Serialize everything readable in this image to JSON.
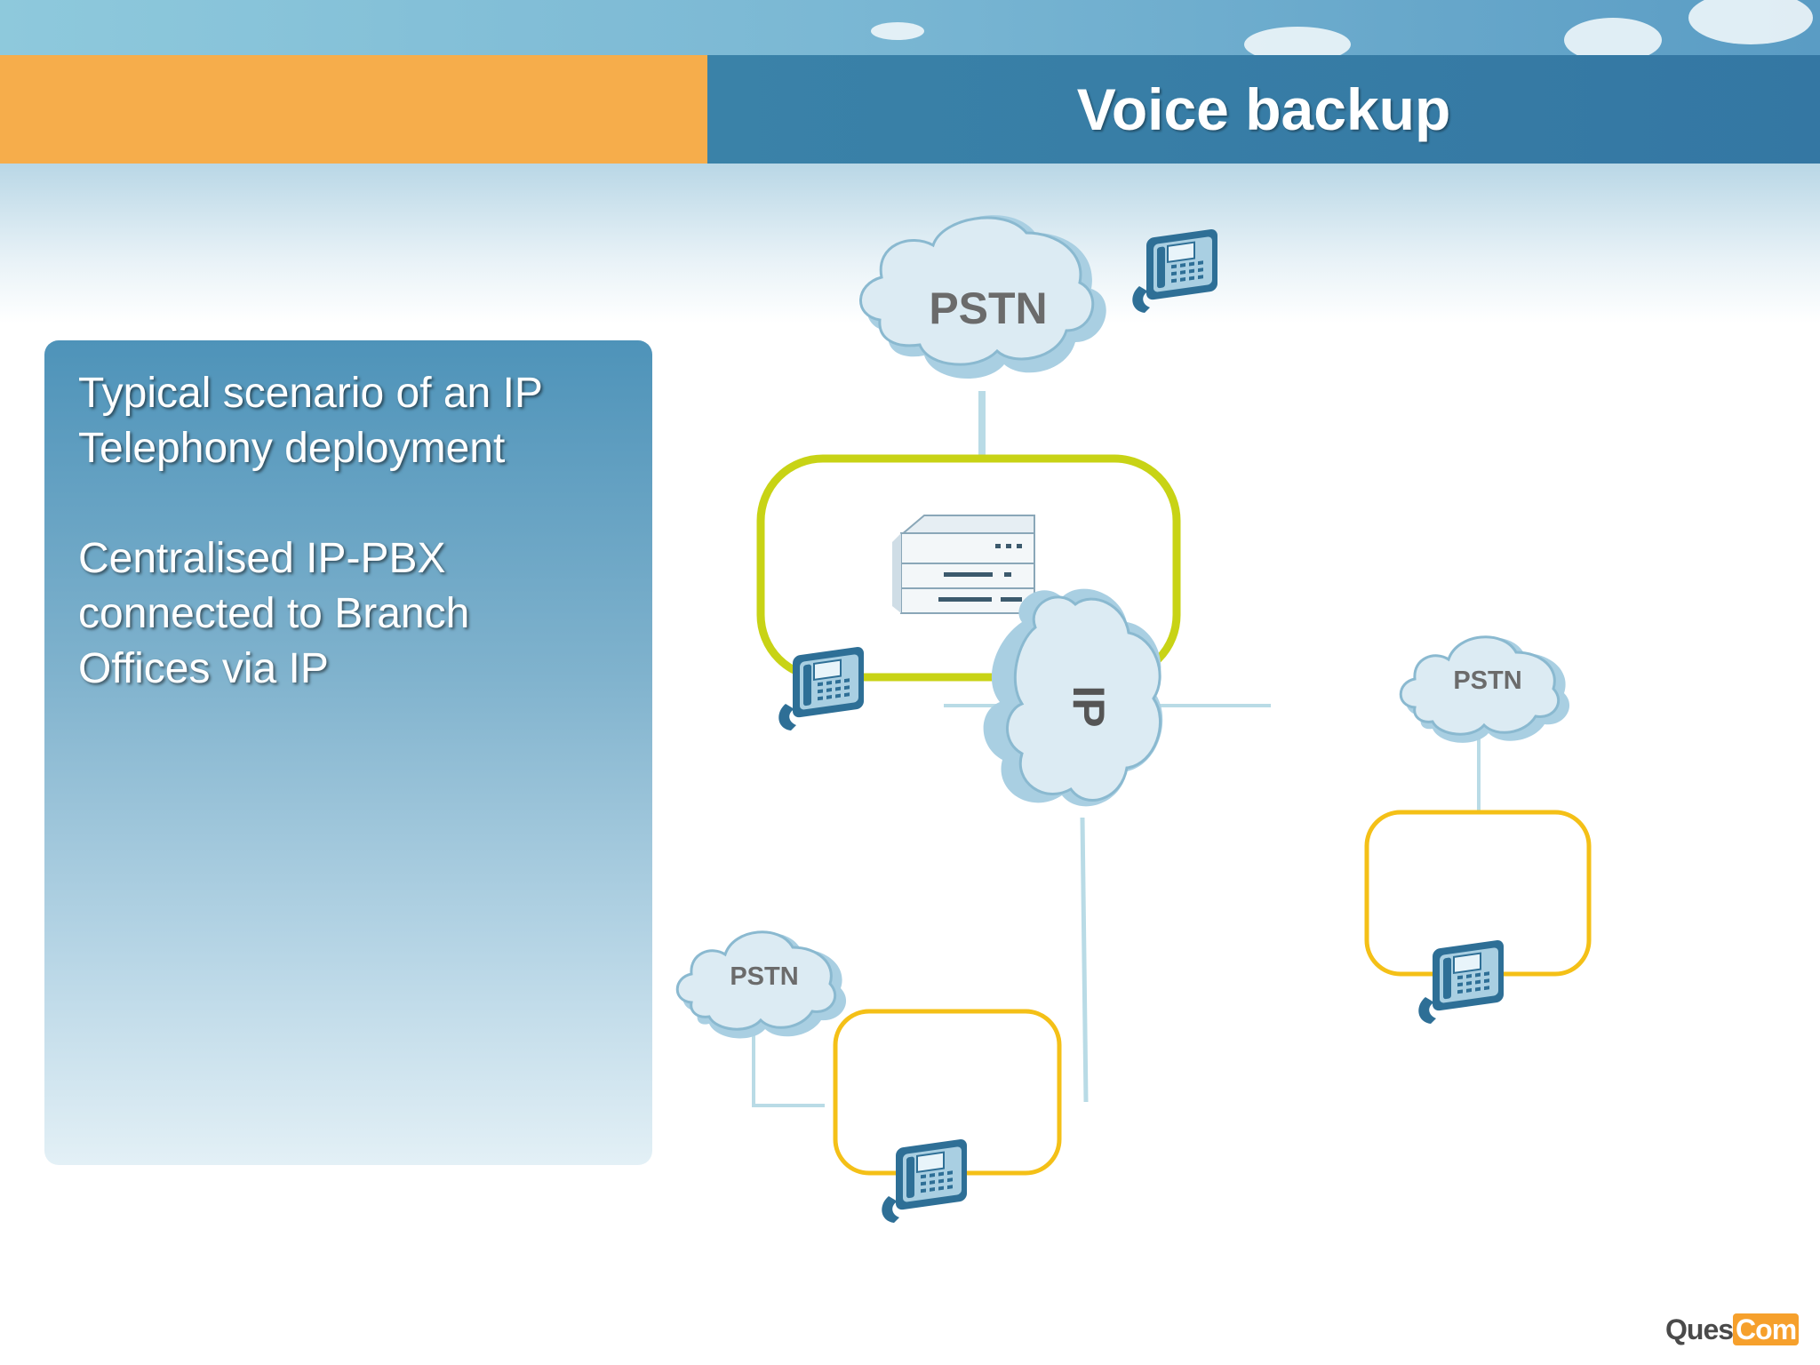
{
  "slide": {
    "title": "Voice backup",
    "panel_text": "Typical scenario of an IP\nTelephony deployment\n\nCentralised IP-PBX\nconnected to Branch\nOffices via IP"
  },
  "diagram": {
    "main_cloud_label": "PSTN",
    "ip_cloud_label": "IP",
    "branch_right_cloud_label": "PSTN",
    "branch_left_cloud_label": "PSTN"
  },
  "colors": {
    "orange": "#f6ad4b",
    "title_blue": "#3a7ea8",
    "hq_outline": "#c8d315",
    "branch_outline": "#f4c017",
    "cloud": "#d9e9f1",
    "phone": "#2e6f96"
  },
  "logo": {
    "part1": "Ques",
    "part2": "Com"
  }
}
